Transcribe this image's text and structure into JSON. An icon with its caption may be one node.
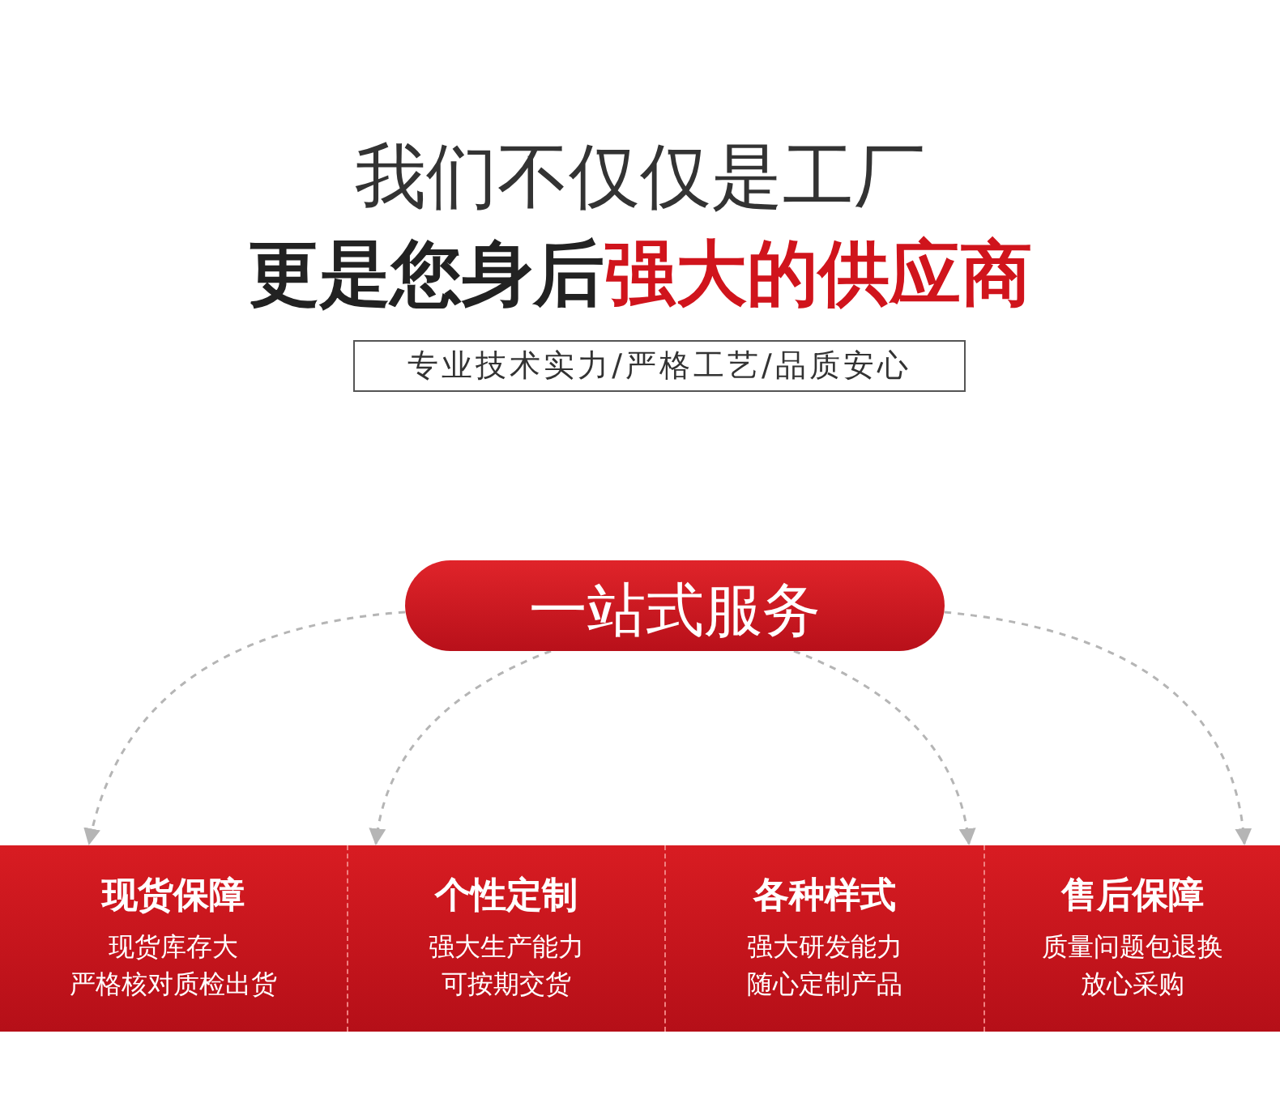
{
  "diagram": {
    "title": "我们不仅仅是工厂",
    "nodes": [
      {
        "text": [
          "一站式服务"
        ]
      },
      {
        "text": [
          "现货保障",
          "现货库存大",
          "严格核对质检出货"
        ]
      },
      {
        "text": [
          "个性定制",
          "强大生产能力",
          "可按期交货"
        ]
      },
      {
        "text": [
          "各种样式",
          "强大研发能力",
          "随心定制产品"
        ]
      },
      {
        "text": [
          "售后保障",
          "质量问题包退换",
          "放心采购"
        ]
      }
    ],
    "edges": [
      {
        "from": 0,
        "to": 1,
        "arrow": "to",
        "style": "dashed"
      },
      {
        "from": 0,
        "to": 2,
        "arrow": "to",
        "style": "dashed"
      },
      {
        "from": 0,
        "to": 3,
        "arrow": "to",
        "style": "dashed"
      },
      {
        "from": 0,
        "to": 4,
        "arrow": "to",
        "style": "dashed"
      }
    ],
    "labels": [
      "更是您身后",
      "强大的供应商",
      "专业技术实力/严格工艺/品质安心"
    ]
  }
}
